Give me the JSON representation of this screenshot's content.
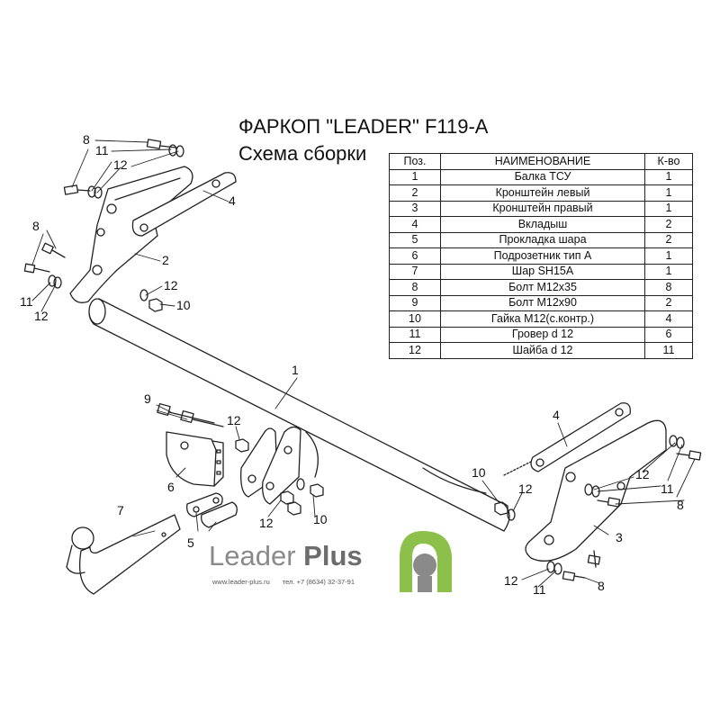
{
  "title": "ФАРКОП \"LEADER\" F119-A",
  "subtitle": "Схема сборки",
  "table": {
    "headers": [
      "Поз.",
      "НАИМЕНОВАНИЕ",
      "К-во"
    ],
    "rows": [
      [
        "1",
        "Балка ТСУ",
        "1"
      ],
      [
        "2",
        "Кронштейн левый",
        "1"
      ],
      [
        "3",
        "Кронштейн правый",
        "1"
      ],
      [
        "4",
        "Вкладыш",
        "2"
      ],
      [
        "5",
        "Прокладка шара",
        "2"
      ],
      [
        "6",
        "Подрозетник тип А",
        "1"
      ],
      [
        "7",
        "Шар SH15A",
        "1"
      ],
      [
        "8",
        "Болт М12х35",
        "8"
      ],
      [
        "9",
        "Болт М12х90",
        "2"
      ],
      [
        "10",
        "Гайка М12(с.контр.)",
        "4"
      ],
      [
        "11",
        "Гровер d 12",
        "6"
      ],
      [
        "12",
        "Шайба d 12",
        "11"
      ]
    ]
  },
  "callouts": [
    "8",
    "11",
    "12",
    "4",
    "8",
    "2",
    "11",
    "12",
    "12",
    "10",
    "1",
    "9",
    "12",
    "6",
    "4",
    "10",
    "12",
    "12",
    "11",
    "8",
    "7",
    "5",
    "12",
    "10",
    "3",
    "12",
    "11",
    "8"
  ],
  "brand": {
    "word1": "Leader",
    "word2": "Plus",
    "website": "www.leader-plus.ru",
    "phone": "тел. +7 (8634) 32-37-91",
    "logo_colors": {
      "green": "#8cc04b",
      "gray": "#8a8a8a"
    }
  }
}
